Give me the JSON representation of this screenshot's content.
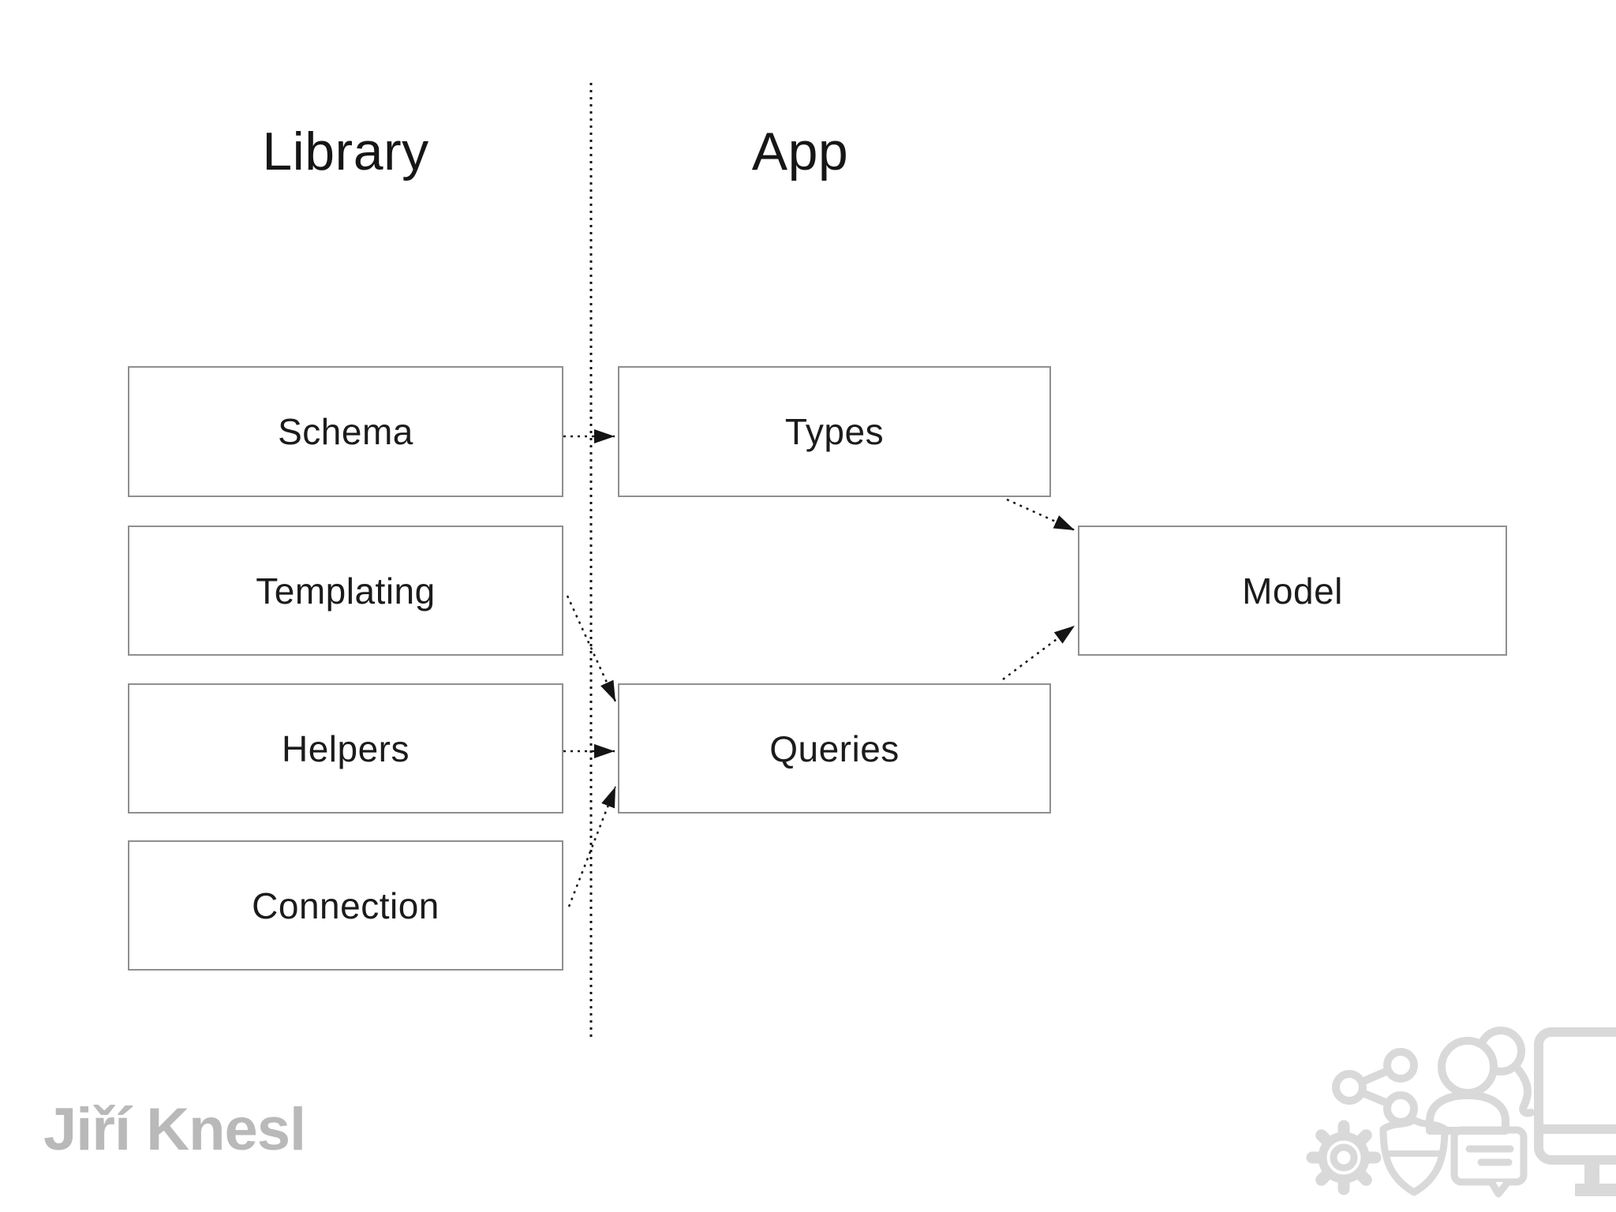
{
  "titles": {
    "library": "Library",
    "app": "App"
  },
  "boxes": {
    "schema": {
      "label": "Schema",
      "column": "library"
    },
    "templating": {
      "label": "Templating",
      "column": "library"
    },
    "helpers": {
      "label": "Helpers",
      "column": "library"
    },
    "connection": {
      "label": "Connection",
      "column": "library"
    },
    "types": {
      "label": "Types",
      "column": "app"
    },
    "queries": {
      "label": "Queries",
      "column": "app"
    },
    "model": {
      "label": "Model",
      "column": "app"
    }
  },
  "edges": [
    {
      "from": "schema",
      "to": "types",
      "style": "dotted-arrow"
    },
    {
      "from": "templating",
      "to": "queries",
      "style": "dotted-arrow"
    },
    {
      "from": "helpers",
      "to": "queries",
      "style": "dotted-arrow"
    },
    {
      "from": "connection",
      "to": "queries",
      "style": "dotted-arrow"
    },
    {
      "from": "types",
      "to": "model",
      "style": "dotted-arrow"
    },
    {
      "from": "queries",
      "to": "model",
      "style": "dotted-arrow"
    }
  ],
  "divider": {
    "style": "vertical-dotted-line",
    "separates": [
      "Library",
      "App"
    ]
  },
  "footer": {
    "logo_text": "Jiří Knesl"
  },
  "decorative_icons": [
    "share-icon",
    "users-icon",
    "monitor-icon",
    "gear-icon",
    "shield-icon",
    "chat-icon"
  ],
  "colors": {
    "background": "#ffffff",
    "box_border": "#8f8f8f",
    "text": "#1b1b1b",
    "line": "#141414",
    "logo_gray": "#b9b9b9",
    "icon_gray": "#d9d9d9"
  }
}
